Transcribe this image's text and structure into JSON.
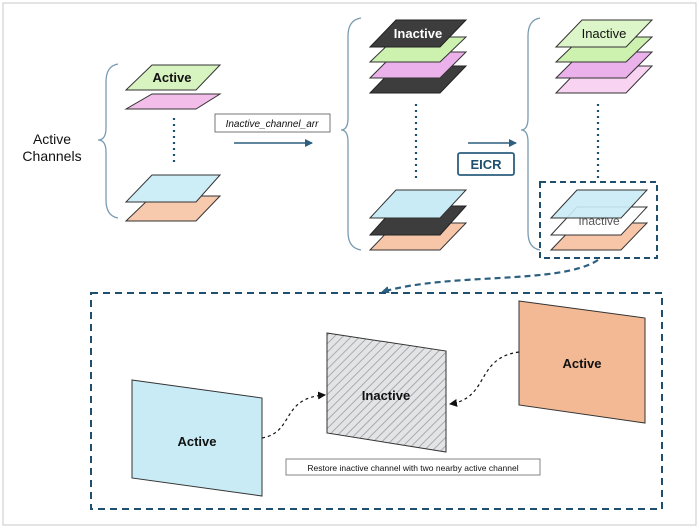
{
  "labels": {
    "active_channels_line1": "Active",
    "active_channels_line2": "Channels",
    "arrow_label": "Inactive_channel_arr",
    "eicr": "EICR",
    "stack1_top": "Active",
    "stack2_top": "Inactive",
    "stack3_top": "Inactive",
    "stack3_bottom_ghost": "Inactive",
    "detail_left": "Active",
    "detail_center": "Inactive",
    "detail_right": "Active",
    "caption": "Restore inactive channel with two nearby active channel"
  },
  "colors": {
    "green": "#cdf2b0",
    "pink": "#eab1ea",
    "light_pink": "#f6d2f1",
    "dark": "#3d3d3d",
    "blue": "#c9ebf6",
    "peach": "#f7c6a9",
    "salmon": "#f2b994",
    "navy": "#1f4f6f",
    "arrow": "#2c5f80"
  }
}
